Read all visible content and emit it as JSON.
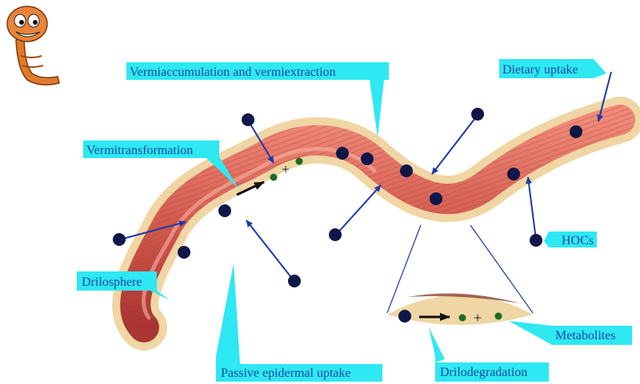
{
  "labels": {
    "vermiaccumulation": "Vermiaccumulation and vermiextraction",
    "dietary_uptake": "Dietary uptake",
    "vermitransformation": "Vermitransformation",
    "hocs": "HOCs",
    "drilosphere": "Drilosphere",
    "metabolites": "Metabolites",
    "passive_uptake": "Passive epidermal uptake",
    "drilodegradation": "Drilodegradation"
  },
  "symbols": {
    "plus": "+",
    "plus_inset": "+"
  },
  "icons": {
    "mascot": "cartoon-worm-mascot"
  },
  "colors": {
    "callout_fill": "#2ee8f2",
    "label_text": "#1a4aa0",
    "worm_body": "#d8584f",
    "worm_halo": "#efd6a4",
    "particle": "#0f1648",
    "arrow": "#1c3aa8",
    "metabolite": "#1e6b22"
  }
}
